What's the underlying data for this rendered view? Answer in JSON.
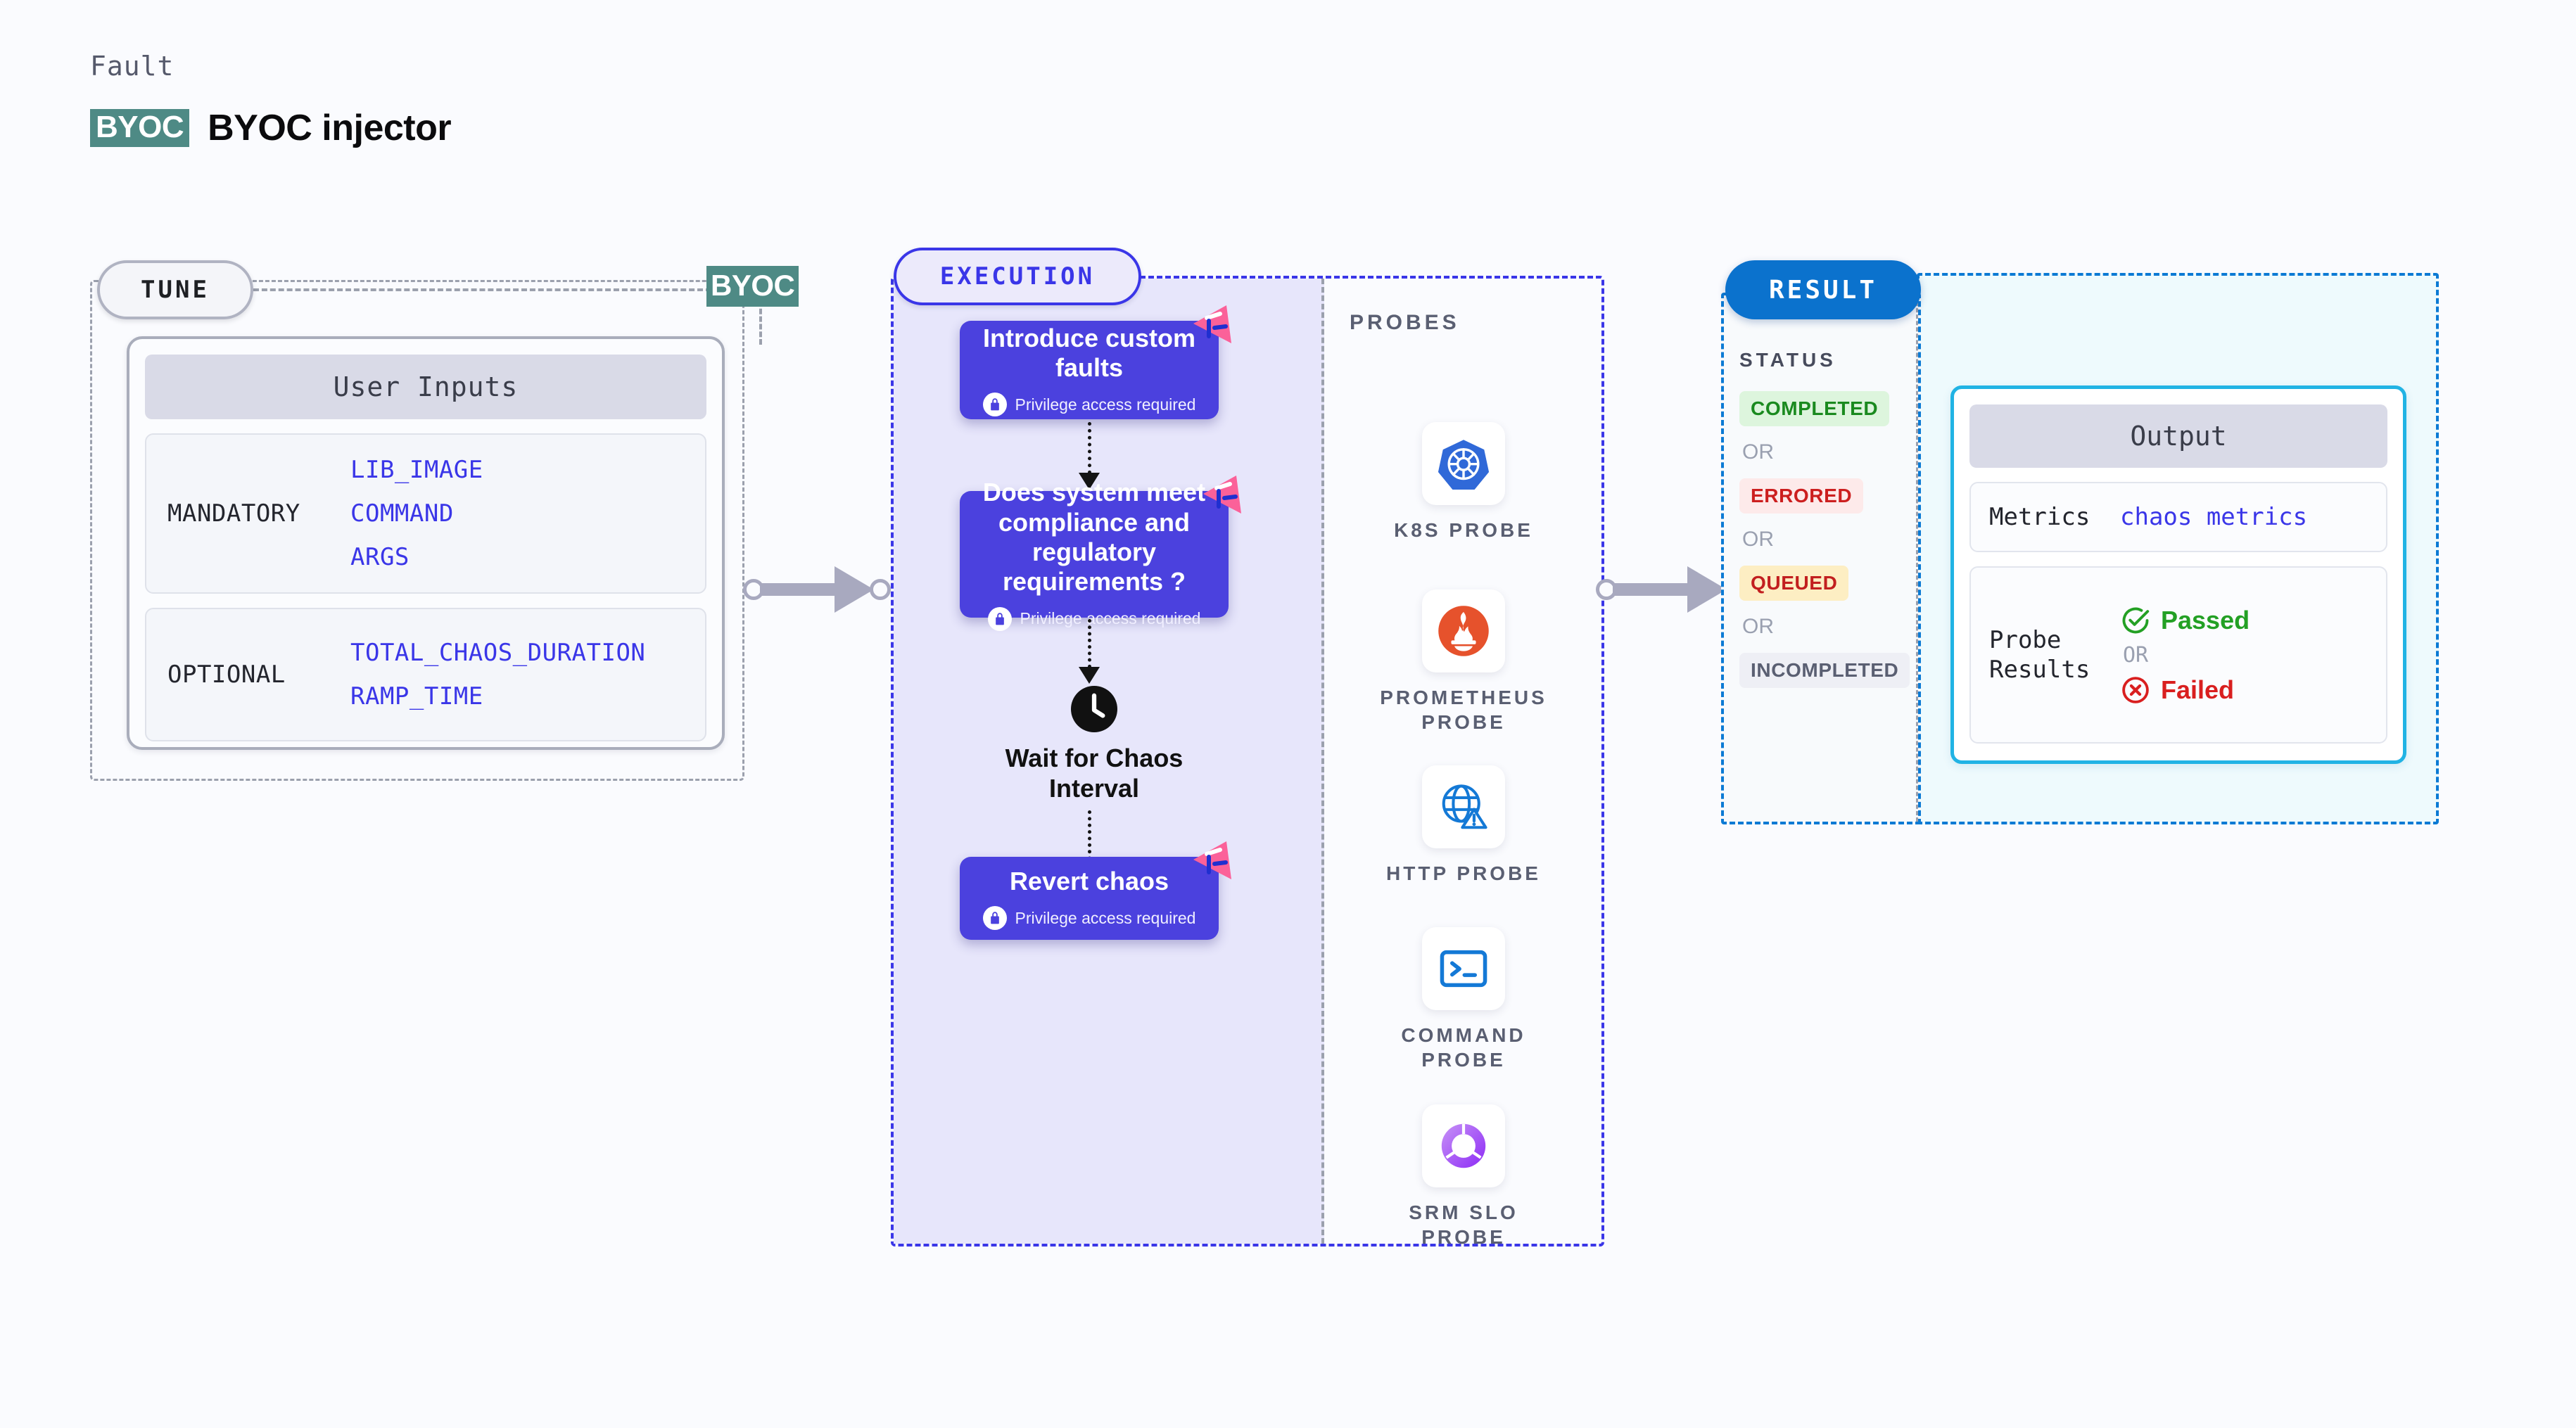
{
  "header": {
    "kicker": "Fault",
    "badge": "BYOC",
    "title": "BYOC injector"
  },
  "tune": {
    "pill_label": "TUNE",
    "byoc_tag": "BYOC",
    "card_title": "User Inputs",
    "groups": [
      {
        "label": "MANDATORY",
        "items": [
          "LIB_IMAGE",
          "COMMAND",
          "ARGS"
        ]
      },
      {
        "label": "OPTIONAL",
        "items": [
          "TOTAL_CHAOS_DURATION",
          "RAMP_TIME"
        ]
      }
    ]
  },
  "execution": {
    "pill_label": "EXECUTION",
    "privilege_note": "Privilege access required",
    "nodes": [
      {
        "title": "Introduce custom faults",
        "privileged": true
      },
      {
        "title": "Does system meet compliance and regulatory requirements ?",
        "privileged": true
      },
      {
        "title": "Wait for Chaos Interval",
        "privileged": false
      },
      {
        "title": "Revert chaos",
        "privileged": true
      }
    ]
  },
  "probes": {
    "section_label": "PROBES",
    "items": [
      {
        "name": "K8S PROBE",
        "icon": "kubernetes-icon"
      },
      {
        "name": "PROMETHEUS PROBE",
        "icon": "prometheus-icon"
      },
      {
        "name": "HTTP PROBE",
        "icon": "globe-warning-icon"
      },
      {
        "name": "COMMAND PROBE",
        "icon": "terminal-icon"
      },
      {
        "name": "SRM SLO PROBE",
        "icon": "srm-slo-icon"
      }
    ]
  },
  "result": {
    "pill_label": "RESULT",
    "status_label": "STATUS",
    "or_label": "OR",
    "statuses": [
      {
        "text": "COMPLETED",
        "bg": "#ddf5dd",
        "fg": "#1a8a1f"
      },
      {
        "text": "ERRORED",
        "bg": "#fdeaea",
        "fg": "#cc1f1f"
      },
      {
        "text": "QUEUED",
        "bg": "#fdeec3",
        "fg": "#c21f1f"
      },
      {
        "text": "INCOMPLETED",
        "bg": "#eeeff5",
        "fg": "#5a5f72"
      }
    ],
    "output": {
      "title": "Output",
      "metrics_key": "Metrics",
      "metrics_value": "chaos metrics",
      "probe_key": "Probe Results",
      "passed_label": "Passed",
      "failed_label": "Failed",
      "or_label": "OR"
    }
  },
  "colors": {
    "page_bg": "#fafbfe",
    "brand_violet": "#4b41de",
    "brand_teal": "#4e8a85",
    "result_blue": "#0b72cd",
    "output_cyan": "#21b3e4",
    "litmus_pink": "#fb6199",
    "exec_bg": "#e7e6fb",
    "result_bg": "#eefafd"
  }
}
